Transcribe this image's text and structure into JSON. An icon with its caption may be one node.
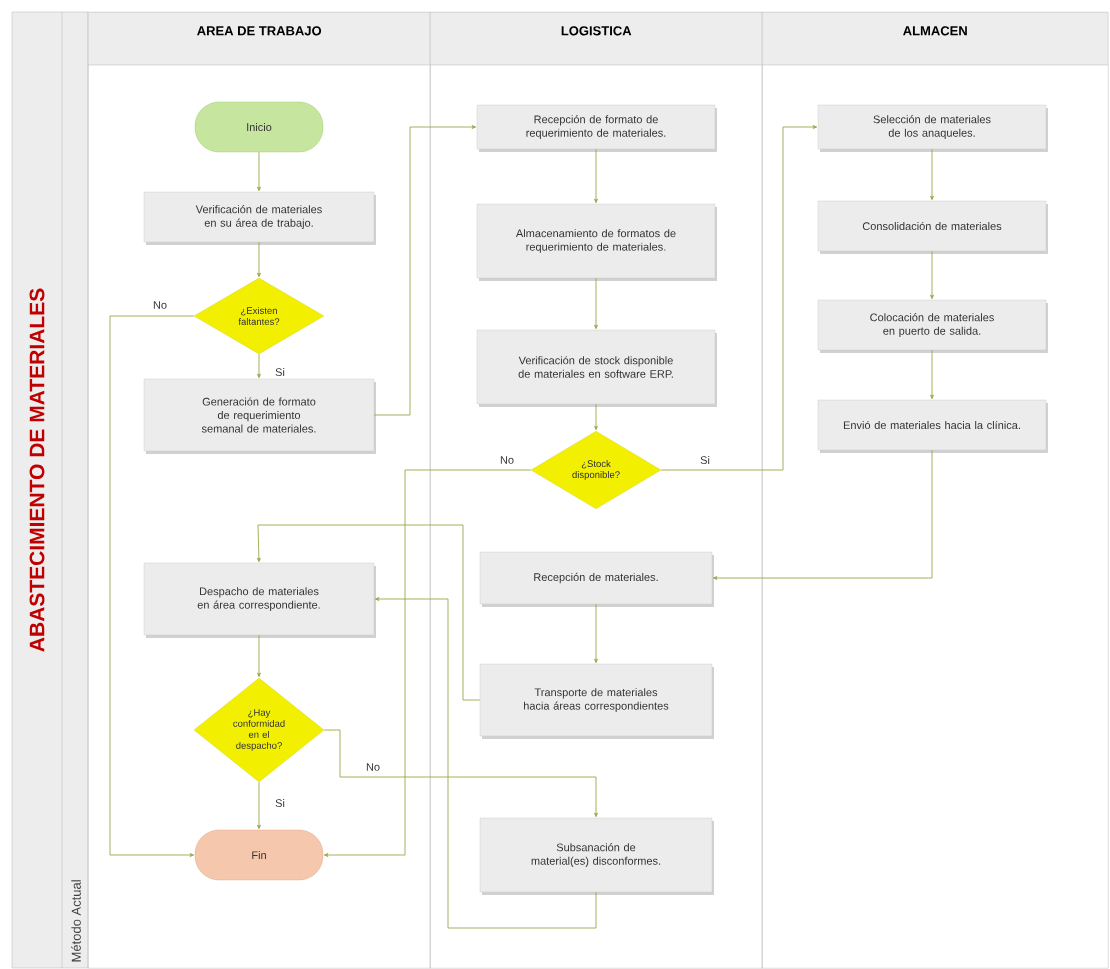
{
  "diagram": {
    "title": "ABASTECIMIENTO DE MATERIALES",
    "nodes": [
      {
        "text": [
          "AREA DE TRABAJO"
        ]
      },
      {
        "text": [
          "LOGISTICA"
        ]
      },
      {
        "text": [
          "ALMACEN"
        ]
      },
      {
        "text": [
          "Inicio"
        ],
        "in": 0
      },
      {
        "text": [
          "Verificación de materiales en su área de trabajo."
        ],
        "in": 0
      },
      {
        "text": [
          "¿Existen faltantes?"
        ],
        "in": 0
      },
      {
        "text": [
          "Generación de formato de requerimiento semanal de materiales."
        ],
        "in": 0
      },
      {
        "text": [
          "Recepción de formato de requerimiento de materiales."
        ],
        "in": 1
      },
      {
        "text": [
          "Almacenamiento de formatos de requerimiento de materiales."
        ],
        "in": 1
      },
      {
        "text": [
          "Verificación de stock disponible de materiales en software ERP."
        ],
        "in": 1
      },
      {
        "text": [
          "¿Stock disponible?"
        ],
        "in": 1
      },
      {
        "text": [
          "Selección de materiales de los anaqueles."
        ],
        "in": 2
      },
      {
        "text": [
          "Consolidación de materiales"
        ],
        "in": 2
      },
      {
        "text": [
          "Colocación de materiales en puerto de salida."
        ],
        "in": 2
      },
      {
        "text": [
          "Envió de materiales hacia la clínica."
        ],
        "in": 2
      },
      {
        "text": [
          "Despacho de materiales en área correspondiente."
        ],
        "in": 0
      },
      {
        "text": [
          "¿Hay conformidad en el despacho?"
        ],
        "in": 0
      },
      {
        "text": [
          "Fin"
        ],
        "in": 0
      },
      {
        "text": [
          "Recepción de materiales."
        ],
        "in": 1
      },
      {
        "text": [
          "Transporte de materiales hacia áreas correspondientes"
        ],
        "in": 1
      },
      {
        "text": [
          "Subsanación de material(es) disconformes."
        ],
        "in": 1
      }
    ],
    "edges": [
      {
        "from": 3,
        "to": 4,
        "arrow": "to"
      },
      {
        "from": 4,
        "to": 5,
        "arrow": "to"
      },
      {
        "from": 5,
        "to": 6,
        "arrow": "to",
        "label": "Si"
      },
      {
        "from": 5,
        "to": 17,
        "arrow": "to",
        "label": "No"
      },
      {
        "from": 6,
        "to": 7,
        "arrow": "to"
      },
      {
        "from": 7,
        "to": 8,
        "arrow": "to"
      },
      {
        "from": 8,
        "to": 9,
        "arrow": "to"
      },
      {
        "from": 9,
        "to": 10,
        "arrow": "to"
      },
      {
        "from": 10,
        "to": 11,
        "arrow": "to",
        "label": "Si"
      },
      {
        "from": 10,
        "to": 17,
        "arrow": "to",
        "label": "No"
      },
      {
        "from": 11,
        "to": 12,
        "arrow": "to"
      },
      {
        "from": 12,
        "to": 13,
        "arrow": "to"
      },
      {
        "from": 13,
        "to": 14,
        "arrow": "to"
      },
      {
        "from": 14,
        "to": 18,
        "arrow": "to"
      },
      {
        "from": 18,
        "to": 19,
        "arrow": "to"
      },
      {
        "from": 19,
        "to": 15,
        "arrow": "to"
      },
      {
        "from": 15,
        "to": 16,
        "arrow": "to"
      },
      {
        "from": 16,
        "to": 17,
        "arrow": "to",
        "label": "Si"
      },
      {
        "from": 16,
        "to": 20,
        "arrow": "to",
        "label": "No"
      },
      {
        "from": 20,
        "to": 15,
        "arrow": "to"
      }
    ],
    "labels": [
      "Método Actual"
    ]
  }
}
